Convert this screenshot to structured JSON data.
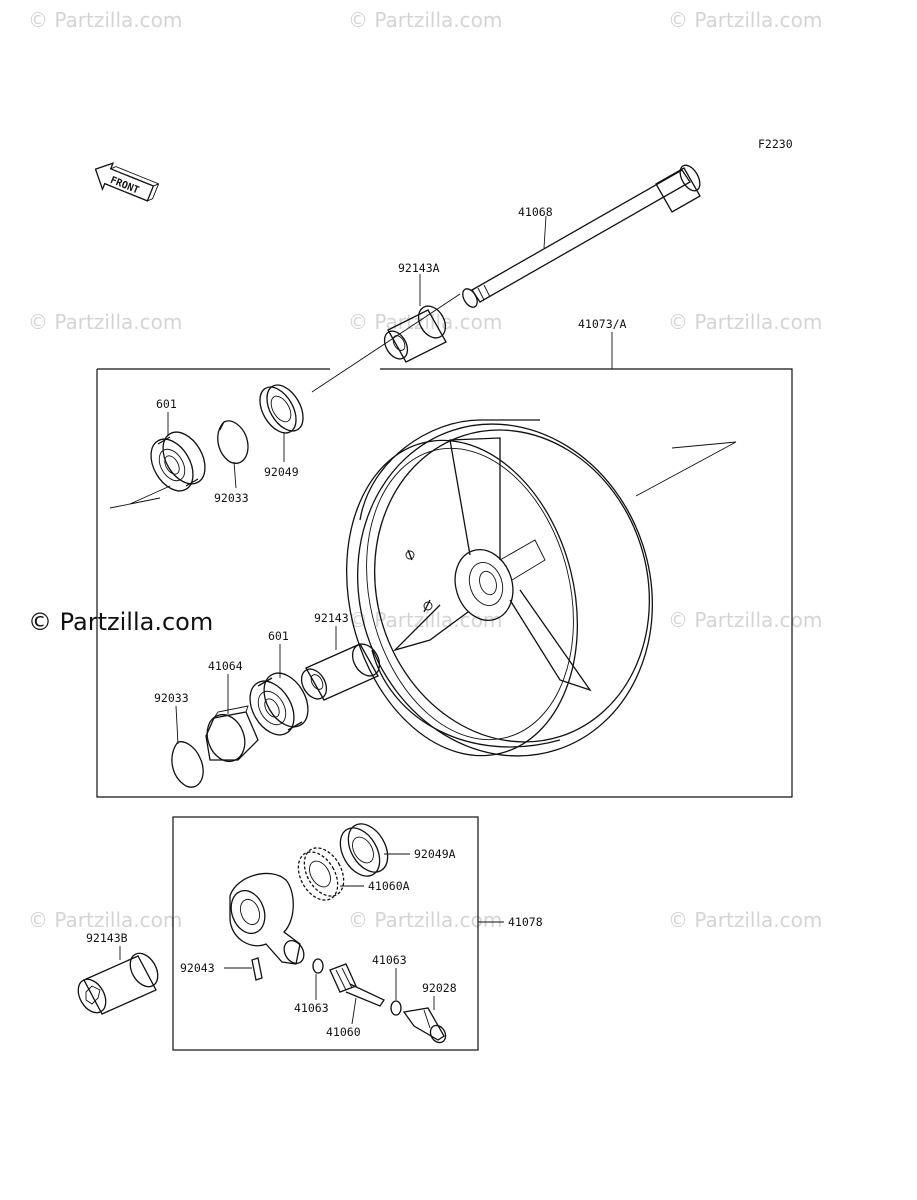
{
  "diagram_code": "F2230",
  "front_label": "FRONT",
  "watermark": "© Partzilla.com",
  "parts": {
    "axle": "41068",
    "collar_a": "92143A",
    "wheel": "41073/A",
    "bearing_upper": "601",
    "circlip_upper": "92033",
    "seal_upper": "92049",
    "collar_middle": "92143",
    "bearing_lower": "601",
    "gear_cover": "41064",
    "circlip_lower": "92033",
    "seal_gear": "92049A",
    "gear": "41060A",
    "gear_housing_assy": "41078",
    "collar_b": "92143B",
    "pin": "92043",
    "washer_right": "41063",
    "washer_left": "41063",
    "pinion": "41060",
    "bushing": "92028"
  }
}
